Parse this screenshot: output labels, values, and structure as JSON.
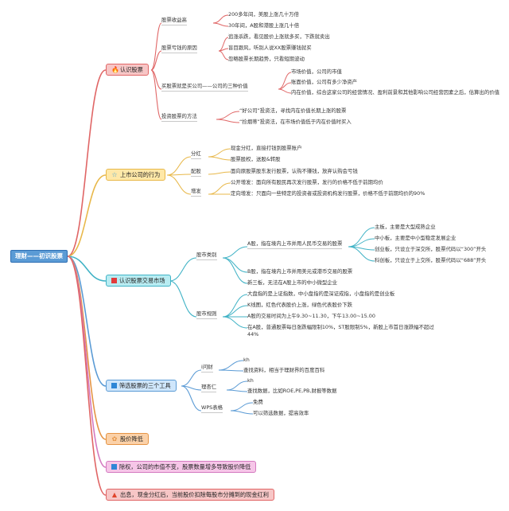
{
  "root": "理财——初识股票",
  "colors": {
    "branch1": "#e06666",
    "branch2": "#e8b84a",
    "branch3": "#41b3c6",
    "branch4": "#5b9bd5",
    "branch5": "#e59546",
    "branch6": "#d47ac0",
    "branch7": "#e06666"
  },
  "b1": {
    "title": "认识股票",
    "icon": "fire-icon",
    "s1": {
      "label": "股票收益高",
      "items": [
        "200多年间，美股上涨几十万倍",
        "30年间，A股和港股上涨几十倍"
      ]
    },
    "s2": {
      "label": "股票亏钱的原因",
      "items": [
        "追涨杀跌，看见股价上涨就多买，下跌就卖出",
        "盲目跟风，听别人说XX股票赚钱就买",
        "忽略股票长期趋势，只看短期波动"
      ]
    },
    "s3": {
      "label": "买股票就是买公司——公司的三种价值",
      "items": [
        "市场价值，公司的市值",
        "账面价值，公司有多少净资产",
        "内在价值，综合这家公司的经营情况、盈利前景和其他影响公司经营因素之后，估算出的价值"
      ]
    },
    "s4": {
      "label": "投资股票的方法",
      "items": [
        "“好公司”投资法，寻找内在价值长期上涨的股票",
        "“捡烟蒂”投资法，在市场价值低于内在价值时买入"
      ]
    }
  },
  "b2": {
    "title": "上市公司的行为",
    "icon": "star-icon",
    "s1": {
      "label": "分红",
      "items": [
        "现金分红，直接打钱到股票账户",
        "股票股权，送股&转股"
      ]
    },
    "s2": {
      "label": "配股",
      "items": [
        "面向原股票股东发行股票，认购不赚钱，放弃认购会亏钱"
      ]
    },
    "s3": {
      "label": "增发",
      "items": [
        "公开增发：面向所有股民再次发行股票，发行的价格不低于前期均价",
        "定向增发：只面向一些特定的投资者或投资机构发行股票，价格不低于前期均价的90%"
      ]
    }
  },
  "b3": {
    "title": "认识股票交易市场",
    "icon": "flag-icon",
    "s1": {
      "label": "股市类别",
      "a": {
        "label": "A股，指在境内上市并用人民币交易的股票",
        "items": [
          "主板，主要是大型成熟企业",
          "中小板，主要是中小型稳定发展企业",
          "创业板，只设立于深交所，股票代码以“300”开头",
          "科创板，只设立于上交所，股票代码以“688”开头"
        ]
      },
      "b": "B股，指在境内上市并用美元或港币交易的股票",
      "c": "新三板，无法在A股上市的中小微型企业"
    },
    "s2": {
      "label": "股市规则",
      "items": [
        "大盘指的是上证指数，中小盘指的是深证成指，小盘指的是创业板",
        "K线图，红色代表股价上涨，绿色代表股价下跌",
        "A股的交易时间为上午9.30~11.30，下午13.00~15.00",
        "在A股，普通股票每日涨跌幅限制10%，ST股限制5%，新股上市首日涨跌幅不超过44%"
      ]
    }
  },
  "b4": {
    "title": "筛选股票的三个工具",
    "icon": "square-icon",
    "s1": {
      "label": "i问财",
      "items": [
        "kh",
        "查找资料，相当于理财界的百度百科"
      ]
    },
    "s2": {
      "label": "理杏仁",
      "items": [
        "kh",
        "查找数据，比如ROE,PE,PB,财报等数据"
      ]
    },
    "s3": {
      "label": "WPS表格",
      "items": [
        "免费",
        "可以筛选数据，提高效率"
      ]
    }
  },
  "b5": {
    "title": "股价降低",
    "icon": "sun-icon"
  },
  "b6": {
    "title": "除权，公司的市值不变，股票数量增多导致股价降低",
    "icon": "square-icon"
  },
  "b7": {
    "title": "出息，现金分红后，当前股价扣除每股市分摊到的现金红利",
    "icon": "triangle-icon"
  }
}
